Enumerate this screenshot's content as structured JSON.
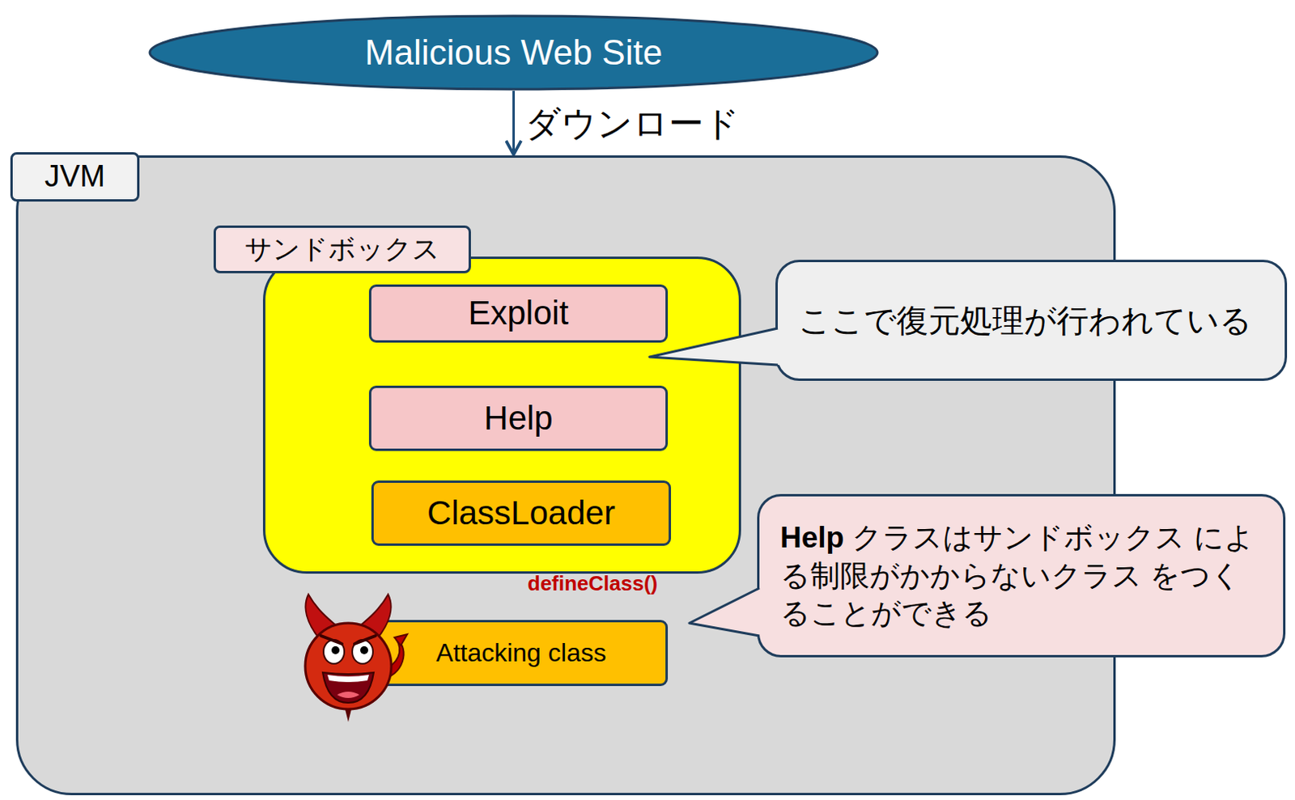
{
  "diagram": {
    "nodes": [
      {
        "text": [
          "Malicious Web Site"
        ]
      },
      {
        "text": [
          "JVM"
        ]
      },
      {
        "text": [
          "サンドボックス"
        ],
        "in": 1
      },
      {
        "text": [
          "Exploit"
        ],
        "in": 2
      },
      {
        "text": [
          "Help"
        ],
        "in": 2
      },
      {
        "text": [
          "ClassLoader"
        ],
        "in": 2
      },
      {
        "text": [
          "Attacking class"
        ],
        "in": 1
      },
      {
        "text": [
          "ここで復元処理が行われている"
        ]
      },
      {
        "text": [
          "Help クラスはサンドボックス による制限がかからないクラス をつくることができる"
        ]
      }
    ],
    "edges": [
      {
        "from": 0,
        "to": 1,
        "arrow": "to",
        "label": "ダウンロード"
      },
      {
        "from": 3,
        "to": 4,
        "arrow": "to"
      },
      {
        "from": 4,
        "to": 5,
        "arrow": "none"
      },
      {
        "from": 5,
        "to": 6,
        "arrow": "none",
        "label": "defineClass()"
      }
    ]
  }
}
